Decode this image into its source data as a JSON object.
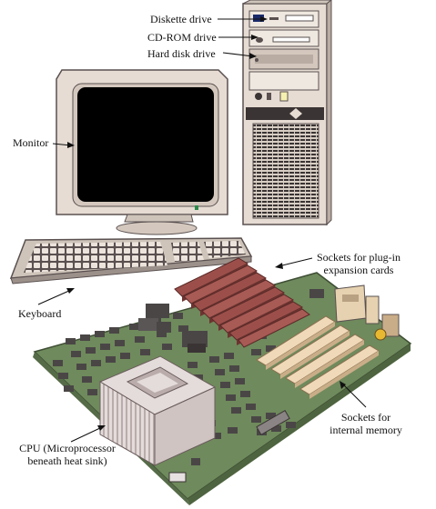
{
  "labels": {
    "diskette": "Diskette drive",
    "cdrom": "CD-ROM drive",
    "harddisk": "Hard disk drive",
    "monitor": "Monitor",
    "keyboard": "Keyboard",
    "sockets_plugin": "Sockets for plug-in\nexpansion cards",
    "sockets_memory": "Sockets for\ninternal memory",
    "cpu": "CPU (Microprocessor\nbeneath heat sink)"
  },
  "colors": {
    "case_beige": "#e6dcd3",
    "board_green": "#6f8a5c",
    "chip_dark": "#4a4646",
    "expansion_slot": "#9c4f4a",
    "memory_slot": "#f0d9b8",
    "screen": "#000000"
  }
}
